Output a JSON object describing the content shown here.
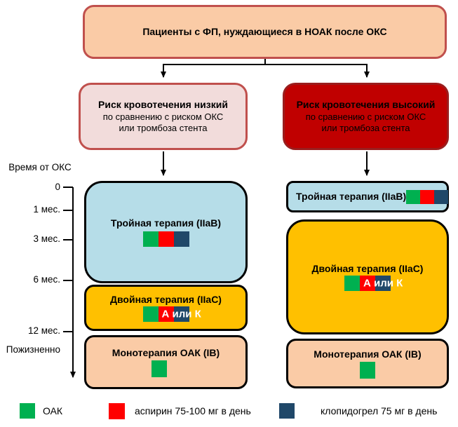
{
  "root_box": {
    "label": "Пациенты с ФП, нуждающиеся в НОАК после ОКС"
  },
  "branches": {
    "low": {
      "title": "Риск кровотечения низкий",
      "sub1": "по сравнению с риском ОКС",
      "sub2": "или тромбоза стента"
    },
    "high": {
      "title": "Риск кровотечения высокий",
      "sub1": "по сравнению с риском ОКС",
      "sub2": "или тромбоза стента"
    }
  },
  "timeline": {
    "title": "Время от ОКС",
    "ticks": [
      {
        "label": "0"
      },
      {
        "label": "1 мес."
      },
      {
        "label": "3 мес."
      },
      {
        "label": "6 мес."
      },
      {
        "label": "12 мес."
      }
    ],
    "lifelong": "Пожизненно"
  },
  "therapy": {
    "triple": "Тройная терапия (IIaB)",
    "dual": "Двойная терапия (IIaC)",
    "dual_note": "А или К",
    "mono": "Монотерапия ОАК (IB)"
  },
  "legend": {
    "items": [
      {
        "label": "ОАК",
        "color": "#00B050"
      },
      {
        "label": "аспирин 75-100 мг в день",
        "color": "#FF0000"
      },
      {
        "label": "клопидогрел 75 мг в день",
        "color": "#204869"
      }
    ]
  },
  "colors": {
    "oak_green": "#00B050",
    "aspirin_red": "#FF0000",
    "clopidogrel_navy": "#204869",
    "root_fill": "#FACBA6",
    "root_border": "#C0504D",
    "low_risk_fill": "#F2DCDB",
    "high_risk_fill": "#C00000",
    "triple_fill": "#B6DDE8",
    "dual_fill": "#FFC000",
    "mono_fill": "#FACBA6",
    "line_color": "#000000"
  }
}
